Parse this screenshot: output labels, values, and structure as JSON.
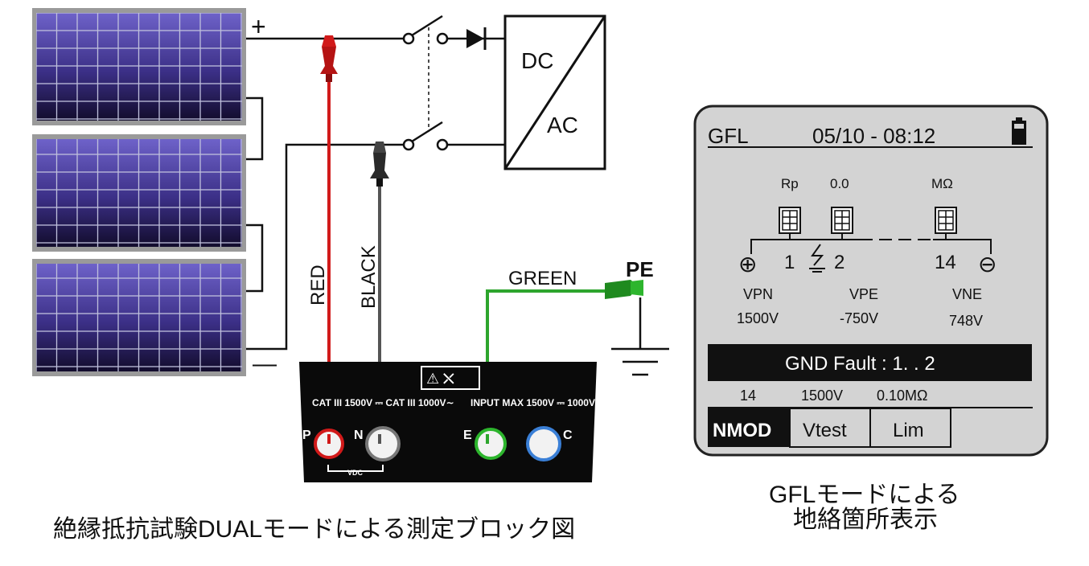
{
  "circuit": {
    "plus_sign": "+",
    "minus_sign": "—",
    "converter": {
      "top": "DC",
      "bottom": "AC"
    },
    "wires": {
      "red": "RED",
      "black": "BLACK",
      "green": "GREEN"
    },
    "ground_label": "PE"
  },
  "instrument": {
    "warning_symbols": "⚠ ⛌",
    "rating_left": "CAT III 1500V ⎓  CAT III 1000V∼",
    "rating_right": "INPUT MAX 1500V ⎓ 1000V∼",
    "terminal_p": "P",
    "terminal_n": "N",
    "terminal_e": "E",
    "terminal_c": "C",
    "vdc_label": "VDC",
    "colors": {
      "p": "#d11a1a",
      "n": "#555555",
      "e": "#2db52d",
      "c": "#3a7fd6"
    }
  },
  "display": {
    "mode": "GFL",
    "datetime": "05/10 - 08:12",
    "battery_icon": "battery-icon",
    "top_labels": {
      "rp": "Rp",
      "value": "0.0",
      "unit": "MΩ"
    },
    "positions": {
      "a": "1",
      "b": "2",
      "c": "14"
    },
    "plus_terminal": "⊕",
    "minus_terminal": "⊖",
    "voltages": [
      {
        "label": "VPN",
        "value": "1500V"
      },
      {
        "label": "VPE",
        "value": "-750V"
      },
      {
        "label": "VNE",
        "value": "748V"
      }
    ],
    "fault_bar": "GND Fault :  1. . 2",
    "params": {
      "nmod": "14",
      "vtest": "1500V",
      "lim": "0.10MΩ"
    },
    "softkeys": {
      "nmod": "NMOD",
      "vtest": "Vtest",
      "lim": "Lim"
    }
  },
  "captions": {
    "main": "絶縁抵抗試験DUALモードによる測定ブロック図",
    "right_line1": "GFLモードによる",
    "right_line2": "地絡箇所表示"
  }
}
